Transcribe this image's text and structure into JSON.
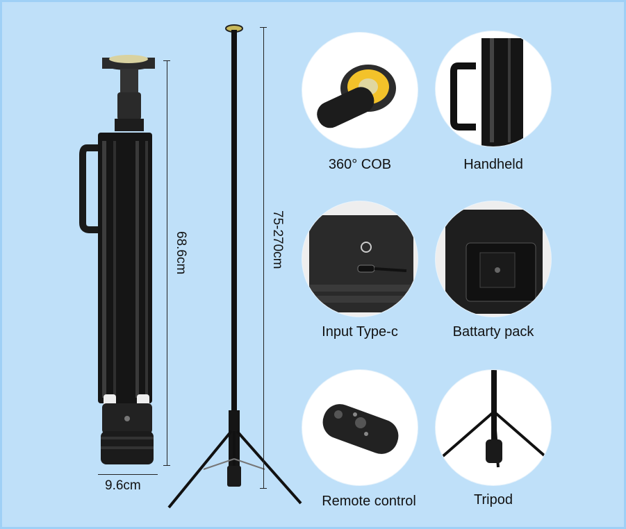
{
  "dimensions": {
    "height_folded": "68.6cm",
    "height_extended": "75-270cm",
    "width": "9.6cm"
  },
  "features": [
    {
      "label": "360°  COB"
    },
    {
      "label": "Handheld"
    },
    {
      "label": "Input Type-c"
    },
    {
      "label": "Battarty pack"
    },
    {
      "label": "Remote control"
    },
    {
      "label": "Tripod"
    }
  ]
}
